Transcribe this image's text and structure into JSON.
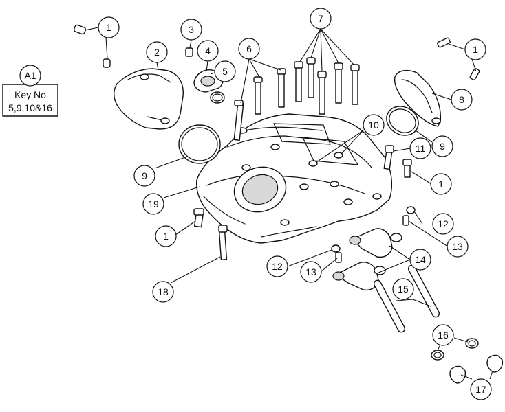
{
  "key_box": {
    "id_label": "A1",
    "title": "Key No",
    "items": "5,9,10&16"
  },
  "callouts": [
    {
      "label": "1"
    },
    {
      "label": "2"
    },
    {
      "label": "3"
    },
    {
      "label": "4"
    },
    {
      "label": "5"
    },
    {
      "label": "6"
    },
    {
      "label": "7"
    },
    {
      "label": "1"
    },
    {
      "label": "8"
    },
    {
      "label": "9"
    },
    {
      "label": "10"
    },
    {
      "label": "11"
    },
    {
      "label": "9"
    },
    {
      "label": "1"
    },
    {
      "label": "19"
    },
    {
      "label": "12"
    },
    {
      "label": "1"
    },
    {
      "label": "13"
    },
    {
      "label": "12"
    },
    {
      "label": "14"
    },
    {
      "label": "13"
    },
    {
      "label": "18"
    },
    {
      "label": "15"
    },
    {
      "label": "16"
    },
    {
      "label": "17"
    }
  ]
}
